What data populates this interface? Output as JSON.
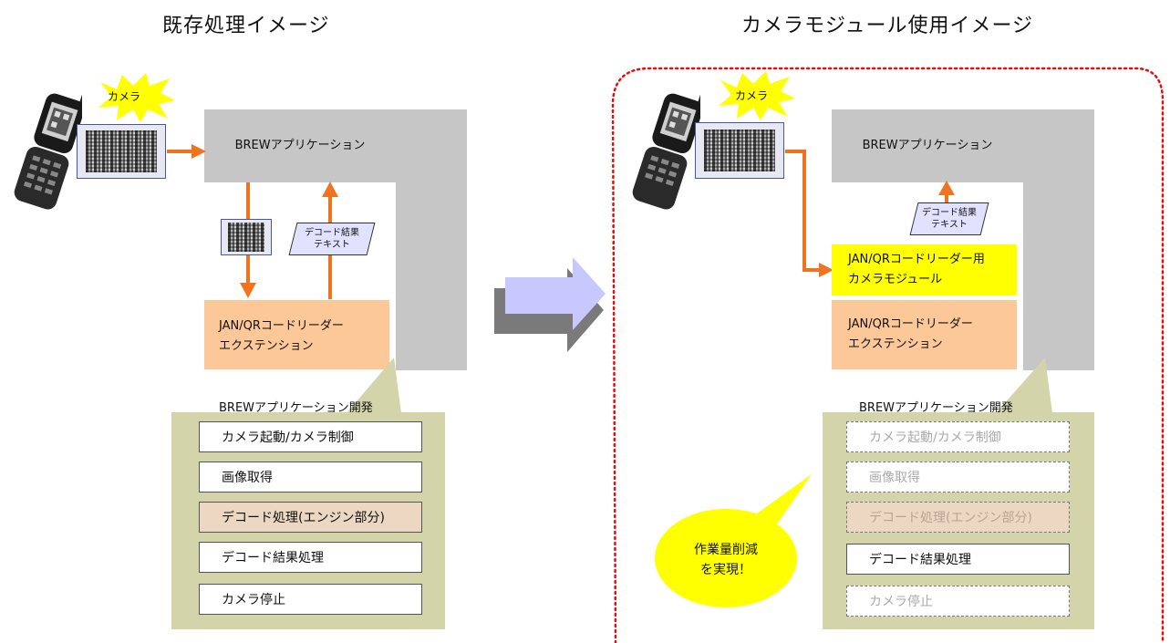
{
  "left": {
    "title": "既存処理イメージ",
    "camera": "カメラ",
    "brew_app": "BREWアプリケーション",
    "decode_result": [
      "デコード結果",
      "テキスト"
    ],
    "extension": [
      "JAN/QRコードリーダー",
      "エクステンション"
    ],
    "dev_title": "BREWアプリケーション開発",
    "steps": [
      "カメラ起動/カメラ制御",
      "画像取得",
      "デコード処理(エンジン部分)",
      "デコード結果処理",
      "カメラ停止"
    ]
  },
  "right": {
    "title": "カメラモジュール使用イメージ",
    "camera": "カメラ",
    "brew_app": "BREWアプリケーション",
    "decode_result": [
      "デコード結果",
      "テキスト"
    ],
    "module": [
      "JAN/QRコードリーダー用",
      "カメラモジュール"
    ],
    "extension": [
      "JAN/QRコードリーダー",
      "エクステンション"
    ],
    "dev_title": "BREWアプリケーション開発",
    "steps": [
      "カメラ起動/カメラ制御",
      "画像取得",
      "デコード処理(エンジン部分)",
      "デコード結果処理",
      "カメラ停止"
    ],
    "callout": [
      "作業量削減",
      "を実現！"
    ]
  },
  "colors": {
    "arrow": "#f07320",
    "gray": "#c6c6c6",
    "extension": "#fcc898",
    "module": "#ffff00",
    "panel": "#d4d4aa",
    "tan_step": "#ecd7c2",
    "callout": "#ffff00",
    "dotted_border": "#e01010",
    "big_arrow": "#c8c8ff"
  },
  "icons": [
    "phone-icon",
    "camera-burst-icon",
    "qr-code-icon",
    "transition-arrow-icon"
  ]
}
